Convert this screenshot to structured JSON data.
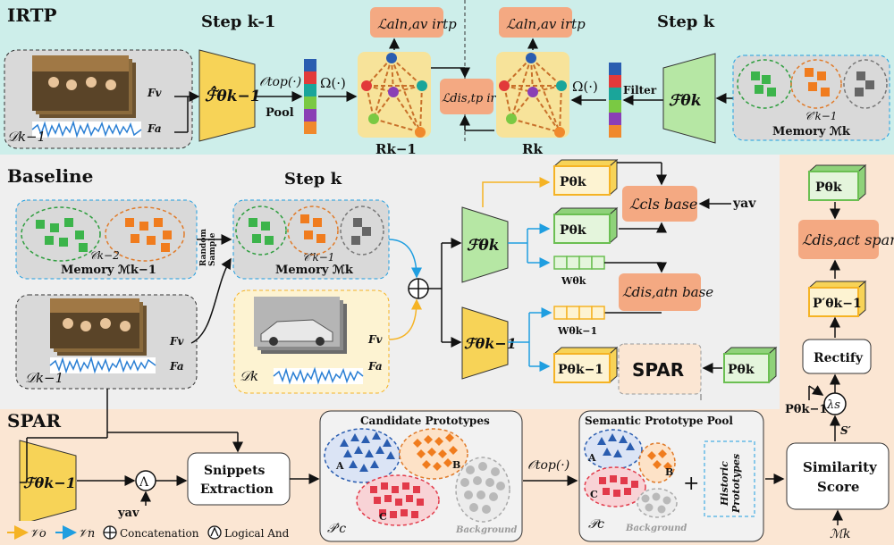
{
  "sections": {
    "irtp": "IRTP",
    "baseline": "Baseline",
    "spar": "SPAR"
  },
  "irtp": {
    "step_prev": "Step k-1",
    "step_cur": "Step k",
    "dataset_prev": "𝒟k−1",
    "fv": "Fv",
    "fa": "Fa",
    "model_prev": "ℱ̂θk−1",
    "otop": "𝒪top(·)",
    "pool": "Pool",
    "omega_left": "Ω(·)",
    "omega_right": "Ω(·)",
    "filter": "Filter",
    "model_cur": "ℱθk",
    "loss_aln_left": "ℒaln,av irtp",
    "loss_aln_right": "ℒaln,av irtp",
    "loss_dis_tp": "ℒdis,tp irtp",
    "r_prev": "Rk−1",
    "r_cur": "Rk",
    "c_label": "𝒞′k−1",
    "memory": "Memory ℳk"
  },
  "baseline": {
    "step": "Step k",
    "c_prev2": "𝒞k−2",
    "c_prev1": "𝒞′k−1",
    "memory_prev": "Memory ℳk−1",
    "memory_cur": "Memory ℳk",
    "random_sample_1": "Random",
    "random_sample_2": "Sample",
    "dataset_prev": "𝒟k−1",
    "dataset_cur": "𝒟k",
    "fv": "Fv",
    "fa": "Fa",
    "model_cur": "ℱθk",
    "model_prev": "ℱθk−1",
    "p_theta_k_1": "Pθk",
    "p_theta_k_2": "Pθk",
    "w_theta_k": "Wθk",
    "w_theta_prev": "Wθk−1",
    "p_theta_prev": "Pθk−1",
    "spar_box": "SPAR",
    "p_theta_k_3": "Pθk",
    "loss_cls": "ℒcls base",
    "loss_atn": "ℒdis,atn base",
    "y_av": "yav"
  },
  "right_panel": {
    "p_theta_k": "Pθk",
    "loss_spar": "ℒdis,act spar",
    "p_prime": "P′θk−1",
    "rectify": "Rectify",
    "lambda_s": "λs",
    "s_prime": "S′",
    "p_prev": "Pθk−1"
  },
  "spar": {
    "model_prev": "ℱθk−1",
    "logical_and": "Λ",
    "y_av": "yav",
    "snippets_1": "Snippets",
    "snippets_2": "Extraction",
    "candidate_title": "Candidate Prototypes",
    "cluster_a": "A",
    "cluster_b": "B",
    "cluster_c": "C",
    "background": "Background",
    "pc_prime": "𝒫′c",
    "otop": "𝒪top(·)",
    "semantic_title": "Semantic Prototype Pool",
    "historic_1": "Historic",
    "historic_2": "Prototypes",
    "plus": "+",
    "pc": "𝒫c",
    "similarity_1": "Similarity",
    "similarity_2": "Score",
    "m_k": "ℳk"
  },
  "legend": {
    "vo": "𝒱o",
    "vn": "𝒱n",
    "concatenation": "Concatenation",
    "logical_and": "Logical And"
  },
  "colors": {
    "irtp_bg": "#cdeeea",
    "baseline_bg": "#efefef",
    "spar_bg": "#fbe6d3",
    "model_yellow": "#f7d357",
    "model_green": "#b6e7a4",
    "loss_orange": "#f4a982",
    "arrow_orange": "#f5b324",
    "arrow_blue": "#1f9ee0"
  }
}
